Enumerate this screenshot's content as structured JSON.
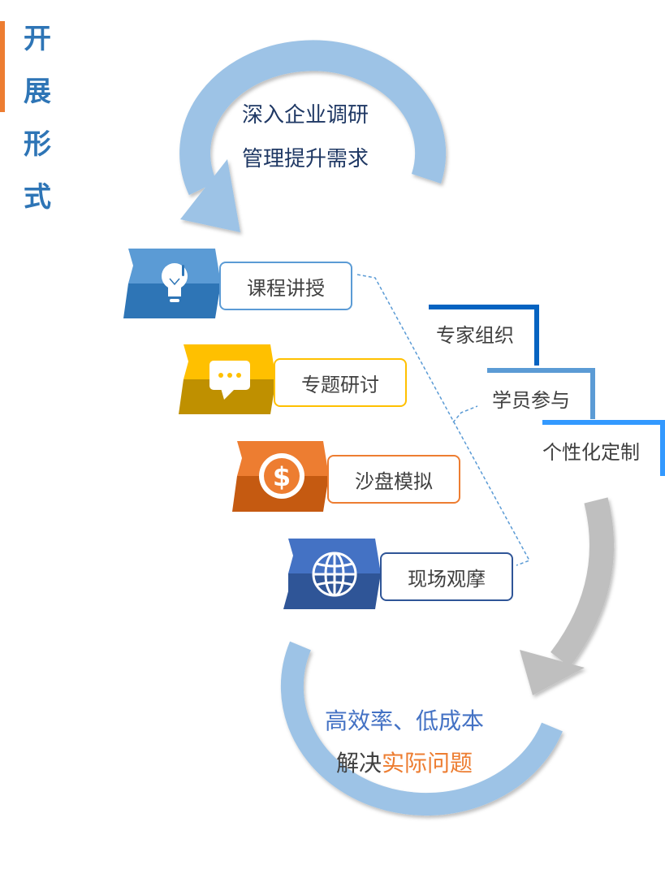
{
  "title_chars": [
    "开",
    "展",
    "形",
    "式"
  ],
  "top_circle": {
    "line1": "深入企业调研",
    "line2": "管理提升需求"
  },
  "forms": [
    {
      "label": "课程讲授",
      "icon": "lightbulb-icon",
      "color_light": "#5B9BD5",
      "color_dark": "#2E75B6"
    },
    {
      "label": "专题研讨",
      "icon": "chat-bubble-icon",
      "color_light": "#FFC000",
      "color_dark": "#BF9000"
    },
    {
      "label": "沙盘模拟",
      "icon": "dollar-icon",
      "color_light": "#ED7D31",
      "color_dark": "#C55A11"
    },
    {
      "label": "现场观摩",
      "icon": "globe-icon",
      "color_light": "#4472C4",
      "color_dark": "#2F5597"
    }
  ],
  "steps": [
    {
      "label": "专家组织",
      "color": "#0563C1"
    },
    {
      "label": "学员参与",
      "color": "#5B9BD5"
    },
    {
      "label": "个性化定制",
      "color": "#3399FF"
    }
  ],
  "bottom_circle": {
    "line1": "高效率、低成本",
    "line2_prefix": "解决",
    "line2_highlight": "实际问题"
  },
  "colors": {
    "title": "#2E75B6",
    "title_bar": "#ED7D31",
    "arc_blue": "#9DC3E6",
    "arrow_gray": "#BFBFBF",
    "bracket_dash": "#5B9BD5"
  }
}
